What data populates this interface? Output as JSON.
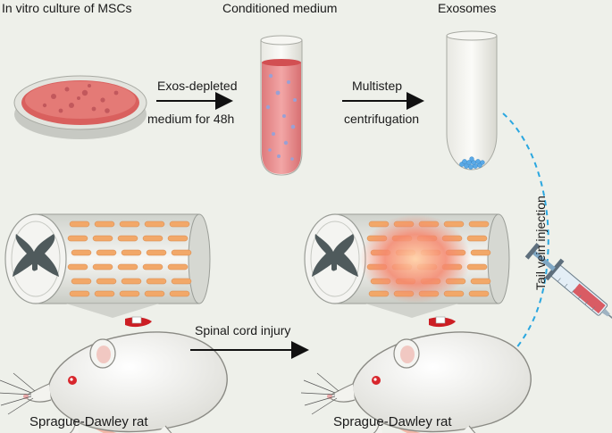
{
  "labels": {
    "culture": "In vitro culture of MSCs",
    "conditioned": "Conditioned medium",
    "exosomes": "Exosomes",
    "arrow1_line1": "Exos-depleted",
    "arrow1_line2": "medium for 48h",
    "arrow2_line1": "Multistep",
    "arrow2_line2": "centrifugation",
    "tail_vein": "Tail vein injection",
    "injury": "Spinal cord injury",
    "rat_left": "Sprague-Dawley rat",
    "rat_right": "Sprague-Dawley rat"
  },
  "colors": {
    "background": "#eef0ea",
    "dish_medium": "#d9605e",
    "tube_medium": "#e58a8a",
    "exosome_pellet": "#5aa9e6",
    "dashed_arrow": "#2aa7e0",
    "axon": "#f2a869",
    "injury_glow": "#f07a6a",
    "gray_matter": "#4f5a5c"
  }
}
